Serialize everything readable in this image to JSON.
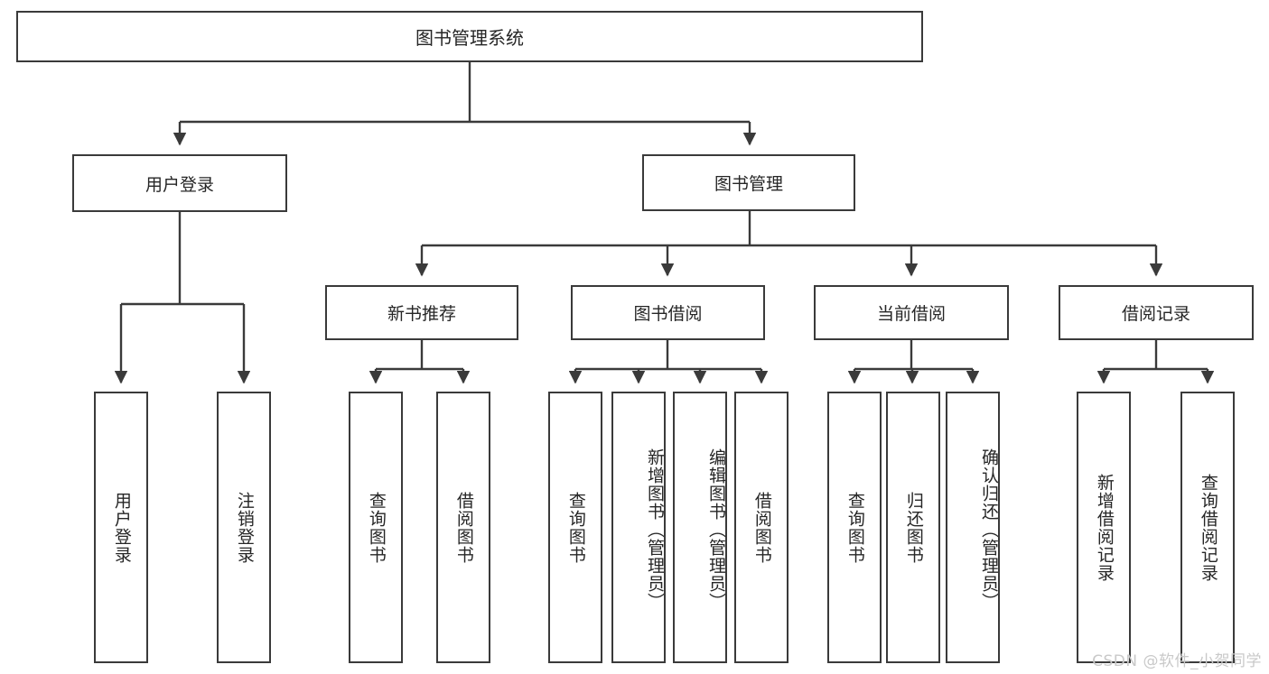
{
  "diagram": {
    "title": "图书管理系统",
    "type": "tree",
    "root": {
      "label": "图书管理系统",
      "children": [
        {
          "label": "用户登录",
          "children": [
            {
              "label": "用户登录"
            },
            {
              "label": "注销登录"
            }
          ]
        },
        {
          "label": "图书管理",
          "children": [
            {
              "label": "新书推荐",
              "children": [
                {
                  "label": "查询图书"
                },
                {
                  "label": "借阅图书"
                }
              ]
            },
            {
              "label": "图书借阅",
              "children": [
                {
                  "label": "查询图书"
                },
                {
                  "label": "新增图书（管理员）"
                },
                {
                  "label": "编辑图书（管理员）"
                },
                {
                  "label": "借阅图书"
                }
              ]
            },
            {
              "label": "当前借阅",
              "children": [
                {
                  "label": "查询图书"
                },
                {
                  "label": "归还图书"
                },
                {
                  "label": "确认归还（管理员）"
                }
              ]
            },
            {
              "label": "借阅记录",
              "children": [
                {
                  "label": "新增借阅记录"
                },
                {
                  "label": "查询借阅记录"
                }
              ]
            }
          ]
        }
      ]
    }
  },
  "nodes": {
    "root": "图书管理系统",
    "user_login": "用户登录",
    "book_manage": "图书管理",
    "new_book_rec": "新书推荐",
    "book_borrow": "图书借阅",
    "current_borrow": "当前借阅",
    "borrow_record": "借阅记录"
  },
  "leaves": {
    "user_login_1": "用户登录",
    "user_login_2": "注销登录",
    "new_book_1": "查询图书",
    "new_book_2": "借阅图书",
    "borrow_1": "查询图书",
    "borrow_2": "新增图书（管理员）",
    "borrow_3": "编辑图书（管理员）",
    "borrow_4": "借阅图书",
    "current_1": "查询图书",
    "current_2": "归还图书",
    "current_3": "确认归还（管理员）",
    "record_1": "新增借阅记录",
    "record_2": "查询借阅记录"
  },
  "watermark": "CSDN @软件_小贺同学",
  "colors": {
    "stroke": "#3a3a3a",
    "text": "#262626",
    "background": "#ffffff",
    "watermark": "#c9c9c9"
  }
}
